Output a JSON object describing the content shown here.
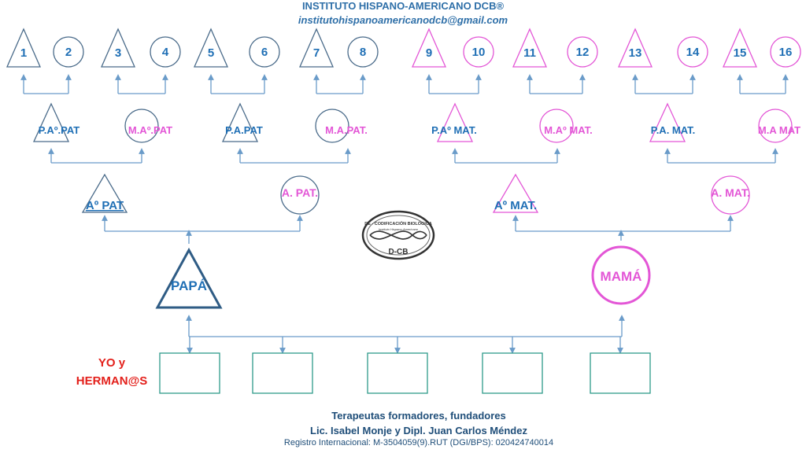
{
  "header": {
    "title": "INSTITUTO HISPANO-AMERICANO DCB®",
    "email": "institutohispanoamericanodcb@gmail.com"
  },
  "footer": {
    "line1": "Terapeutas formadores, fundadores",
    "line2": "Lic. Isabel Monje y Dipl. Juan Carlos Méndez",
    "line3": "Registro Internacional: M-3504059(9).RUT (DGI/BPS): 020424740014"
  },
  "colors": {
    "paternal": "#4A6B8A",
    "maternal": "#E356D6",
    "text_blue": "#1F6FB5",
    "text_pink": "#E356D6",
    "box": "#2E9A8A",
    "red": "#E3201B",
    "arrow": "#6A9BC9"
  },
  "great_grandparents": [
    {
      "label": "1",
      "shape": "triangle",
      "side": "paternal"
    },
    {
      "label": "2",
      "shape": "circle",
      "side": "paternal"
    },
    {
      "label": "3",
      "shape": "triangle",
      "side": "paternal"
    },
    {
      "label": "4",
      "shape": "circle",
      "side": "paternal"
    },
    {
      "label": "5",
      "shape": "triangle",
      "side": "paternal"
    },
    {
      "label": "6",
      "shape": "circle",
      "side": "paternal"
    },
    {
      "label": "7",
      "shape": "triangle",
      "side": "paternal"
    },
    {
      "label": "8",
      "shape": "circle",
      "side": "paternal"
    },
    {
      "label": "9",
      "shape": "triangle",
      "side": "maternal"
    },
    {
      "label": "10",
      "shape": "circle",
      "side": "maternal"
    },
    {
      "label": "11",
      "shape": "triangle",
      "side": "maternal"
    },
    {
      "label": "12",
      "shape": "circle",
      "side": "maternal"
    },
    {
      "label": "13",
      "shape": "triangle",
      "side": "maternal"
    },
    {
      "label": "14",
      "shape": "circle",
      "side": "maternal"
    },
    {
      "label": "15",
      "shape": "triangle",
      "side": "maternal"
    },
    {
      "label": "16",
      "shape": "circle",
      "side": "maternal"
    }
  ],
  "great_parents": [
    {
      "label": "P.Aº.PAT",
      "shape": "triangle",
      "side": "paternal",
      "text_color": "blue"
    },
    {
      "label": "M.Aº.PAT",
      "shape": "circle",
      "side": "paternal",
      "text_color": "pink"
    },
    {
      "label": "P.A.PAT",
      "shape": "triangle",
      "side": "paternal",
      "text_color": "blue"
    },
    {
      "label": "M.A.PAT.",
      "shape": "circle",
      "side": "paternal",
      "text_color": "pink"
    },
    {
      "label": "P.Aº MAT.",
      "shape": "triangle",
      "side": "maternal",
      "text_color": "blue"
    },
    {
      "label": "M.Aº MAT.",
      "shape": "circle",
      "side": "maternal",
      "text_color": "pink"
    },
    {
      "label": "P.A. MAT.",
      "shape": "triangle",
      "side": "maternal",
      "text_color": "blue"
    },
    {
      "label": "M.A MAT",
      "shape": "circle",
      "side": "maternal",
      "text_color": "pink"
    }
  ],
  "grandparents": [
    {
      "label": "Aº PAT",
      "shape": "triangle",
      "side": "paternal",
      "text_color": "blue"
    },
    {
      "label": "A. PAT.",
      "shape": "circle",
      "side": "paternal",
      "text_color": "pink"
    },
    {
      "label": "Aº MAT.",
      "shape": "triangle",
      "side": "maternal",
      "text_color": "blue"
    },
    {
      "label": "A. MAT.",
      "shape": "circle",
      "side": "maternal",
      "text_color": "pink"
    }
  ],
  "parents": [
    {
      "label": "PAPÁ",
      "shape": "triangle",
      "side": "paternal",
      "text_color": "blue"
    },
    {
      "label": "MAMÁ",
      "shape": "circle",
      "side": "maternal",
      "text_color": "pink"
    }
  ],
  "siblings": {
    "label_line1": "YO y",
    "label_line2": "HERMAN@S",
    "boxes": [
      "",
      "",
      "",
      "",
      ""
    ]
  },
  "logo": {
    "top_text": "DE - CODIFICACIÓN BIOLÓGICA",
    "sub_text": "Instituto Hispano-Americano",
    "name": "D-CB"
  }
}
